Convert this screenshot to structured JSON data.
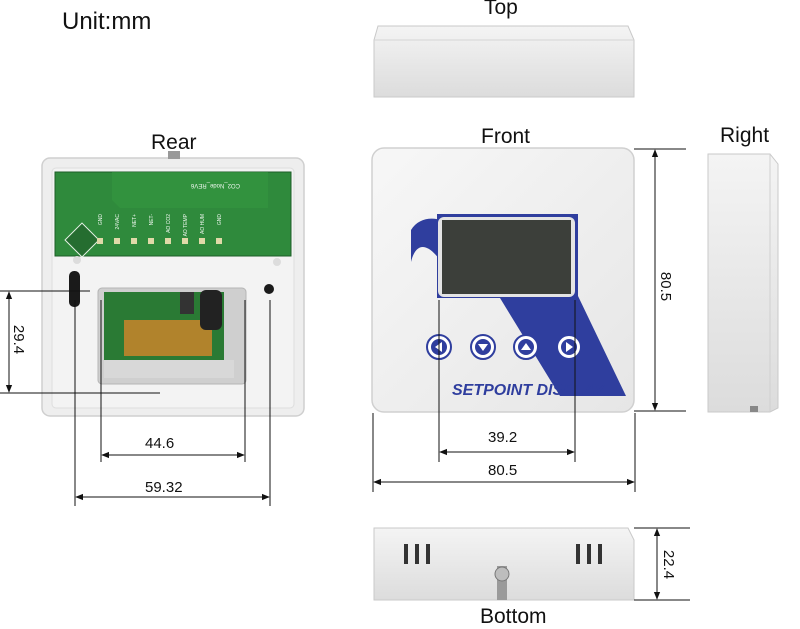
{
  "header": {
    "unit_label": "Unit:mm"
  },
  "views": {
    "top": "Top",
    "rear": "Rear",
    "front": "Front",
    "right": "Right",
    "bottom": "Bottom"
  },
  "dimensions": {
    "rear_height": "29.4",
    "rear_inner_width": "44.6",
    "rear_outer_width": "59.32",
    "front_height": "80.5",
    "front_screen_width": "39.2",
    "front_width": "80.5",
    "bottom_depth": "22.4"
  },
  "device": {
    "brand_text": "SETPOINT DISPLAY",
    "pcb_silkscreen": "CO2_Node_REV6",
    "pcb_pins": [
      "GND",
      "24VAC",
      "NET+",
      "NET-",
      "AO CO2",
      "AO TEMP",
      "AO HUM",
      "GND"
    ],
    "buttons": [
      "left-arrow",
      "down-arrow",
      "up-arrow",
      "right-arrow"
    ]
  },
  "colors": {
    "case": "#ebebeb",
    "case_edge": "#c9c9c9",
    "accent_blue": "#2f3e9e",
    "screen": "#3c3f3a",
    "pcb_green": "#2f8a3c"
  }
}
